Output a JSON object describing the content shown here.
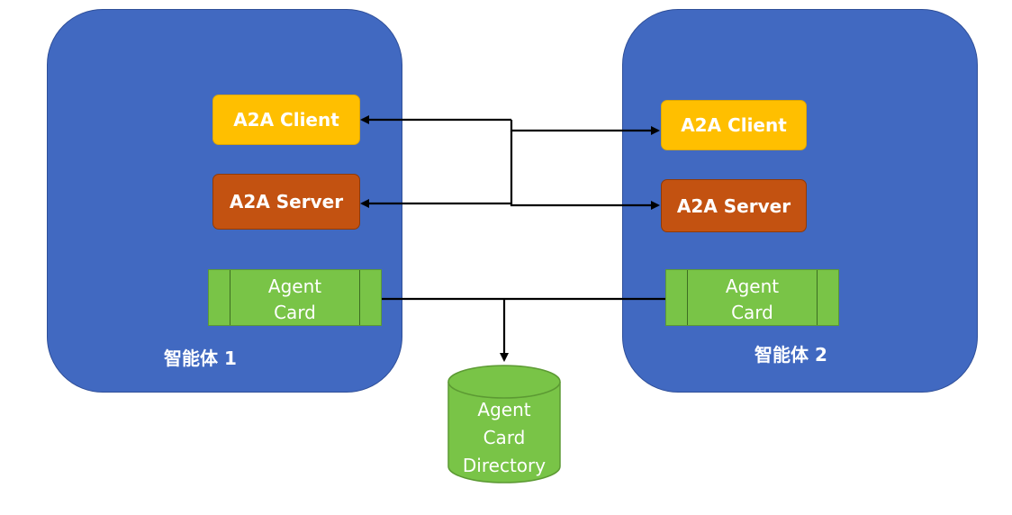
{
  "agent1": {
    "label": "智能体 1",
    "client_label": "A2A Client",
    "server_label": "A2A Server",
    "card_lines": [
      "Agent",
      "Card"
    ]
  },
  "agent2": {
    "label": "智能体 2",
    "client_label": "A2A Client",
    "server_label": "A2A Server",
    "card_lines": [
      "Agent",
      "Card"
    ]
  },
  "directory": {
    "lines": [
      "Agent",
      "Card",
      "Directory"
    ]
  },
  "colors": {
    "agent_box": "#4169c1",
    "client": "#ffbf00",
    "server": "#c35211",
    "card": "#79c447",
    "connector": "#000000"
  }
}
